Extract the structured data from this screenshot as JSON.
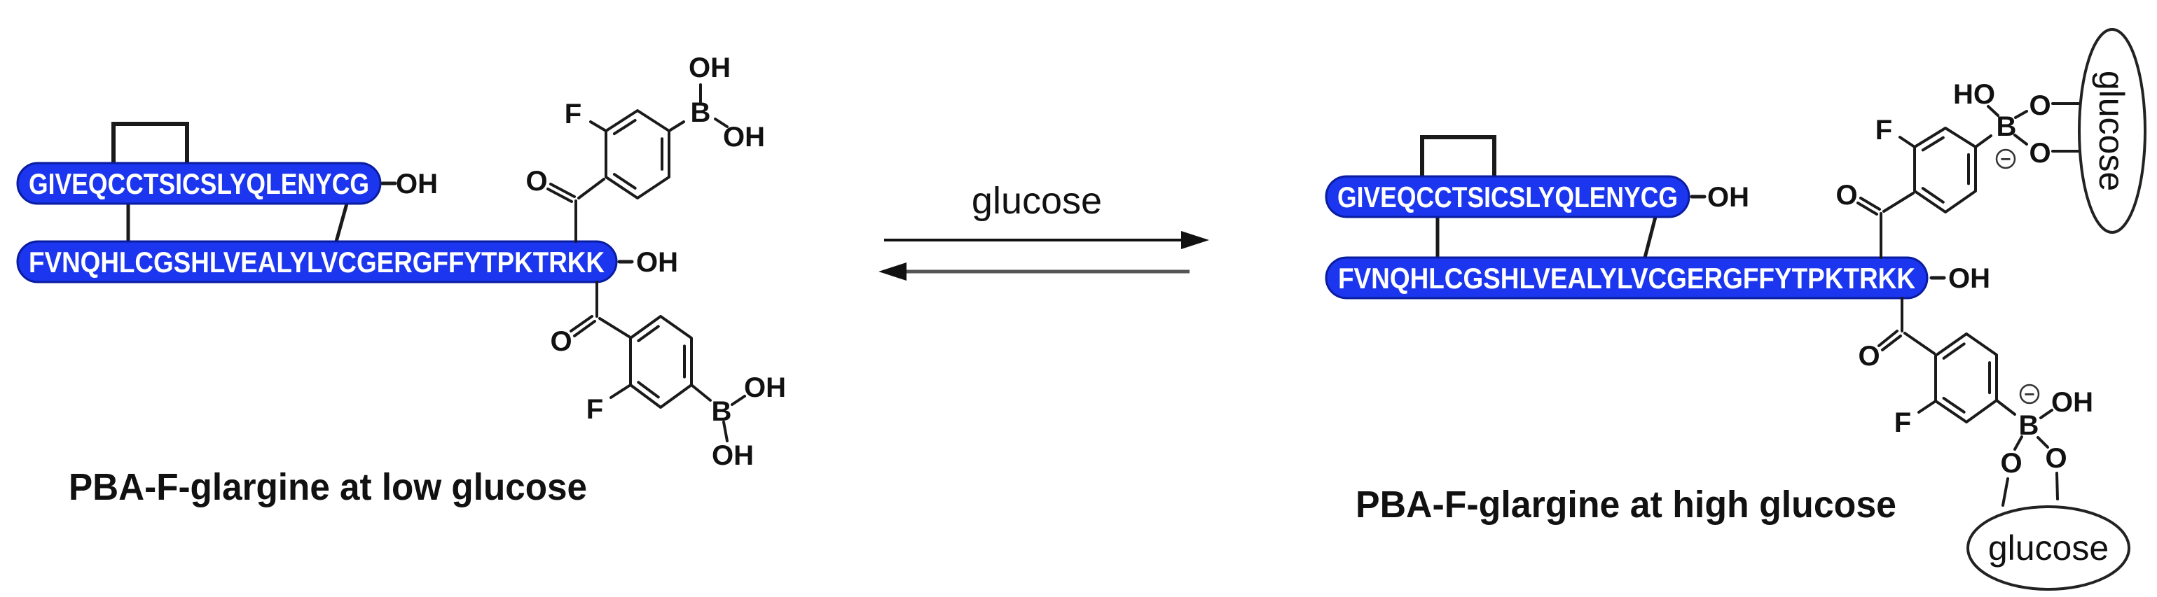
{
  "left_structure": {
    "caption": "PBA-F-glargine at low glucose",
    "a_chain_sequence": "GIVEQCCTSICSLYQLENYCG",
    "a_chain_terminal": "OH",
    "b_chain_sequence": "FVNQHLCGSHLVEALYLVCGERGFFYTPKTRKK",
    "b_chain_terminal": "OH",
    "pba_top": {
      "carbonyl_o": "O",
      "fluoro": "F",
      "boron": "B",
      "oh_top": "OH",
      "oh_side": "OH"
    },
    "pba_bottom": {
      "carbonyl_o": "O",
      "fluoro": "F",
      "boron": "B",
      "oh_side": "OH",
      "oh_bottom": "OH"
    }
  },
  "equilibrium": {
    "label": "glucose"
  },
  "right_structure": {
    "caption": "PBA-F-glargine at high glucose",
    "a_chain_sequence": "GIVEQCCTSICSLYQLENYCG",
    "a_chain_terminal": "OH",
    "b_chain_sequence": "FVNQHLCGSHLVEALYLVCGERGFFYTPKTRKK",
    "b_chain_terminal": "OH",
    "pba_top": {
      "carbonyl_o": "O",
      "fluoro": "F",
      "boron": "B",
      "hydroxyl": "HO",
      "o_upper": "O",
      "o_lower": "O",
      "charge": "−",
      "glucose": "glucose"
    },
    "pba_bottom": {
      "carbonyl_o": "O",
      "fluoro": "F",
      "boron": "B",
      "hydroxyl": "OH",
      "o_left": "O",
      "o_right": "O",
      "charge": "−",
      "glucose": "glucose"
    }
  },
  "colors": {
    "chain_fill": "#1b36ee",
    "chain_border": "#0a1ca0",
    "chain_text": "#ffffff",
    "bond": "#1a1a1a"
  }
}
